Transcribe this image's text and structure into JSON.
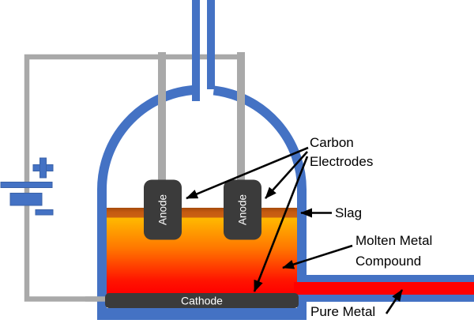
{
  "diagram": {
    "labels": {
      "carbon_line1": "Carbon",
      "carbon_line2": "Electrodes",
      "slag": "Slag",
      "molten_line1": "Molten Metal",
      "molten_line2": "Compound",
      "pure_metal": "Pure Metal"
    },
    "components": {
      "anode": "Anode",
      "cathode": "Cathode"
    },
    "battery": {
      "positive_symbol": "+",
      "negative_symbol": "−"
    },
    "colors": {
      "vessel_blue": "#4472C4",
      "wire_gray": "#A9A9A9",
      "electrode_dark_gray": "#3B3B3B",
      "slag_brown_orange": "#C55A11",
      "molten_top": "#FFBA00",
      "molten_bottom": "#FF0000",
      "pure_metal_red": "#FF0000",
      "label_text": "#000000"
    }
  }
}
